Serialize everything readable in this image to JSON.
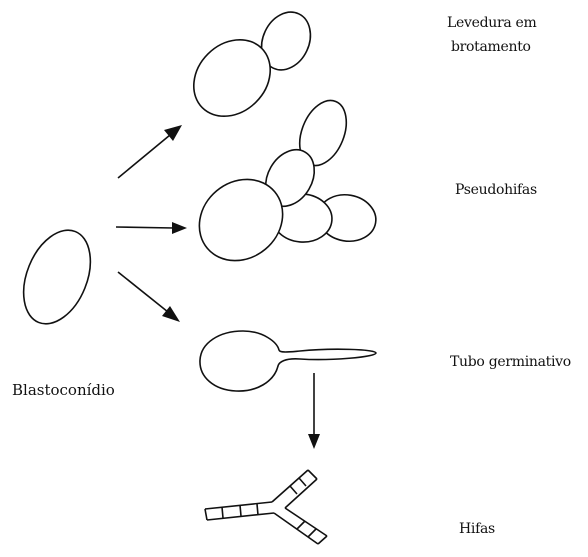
{
  "labels": {
    "budding_yeast_line1": "Levedura em",
    "budding_yeast_line2": "brotamento",
    "pseudohyphae": "Pseudohifas",
    "germ_tube": "Tubo germinativo",
    "blastoconidium": "Blastoconídio",
    "hyphae": "Hifas"
  },
  "colors": {
    "ink": "#111111",
    "background": "#ffffff"
  }
}
